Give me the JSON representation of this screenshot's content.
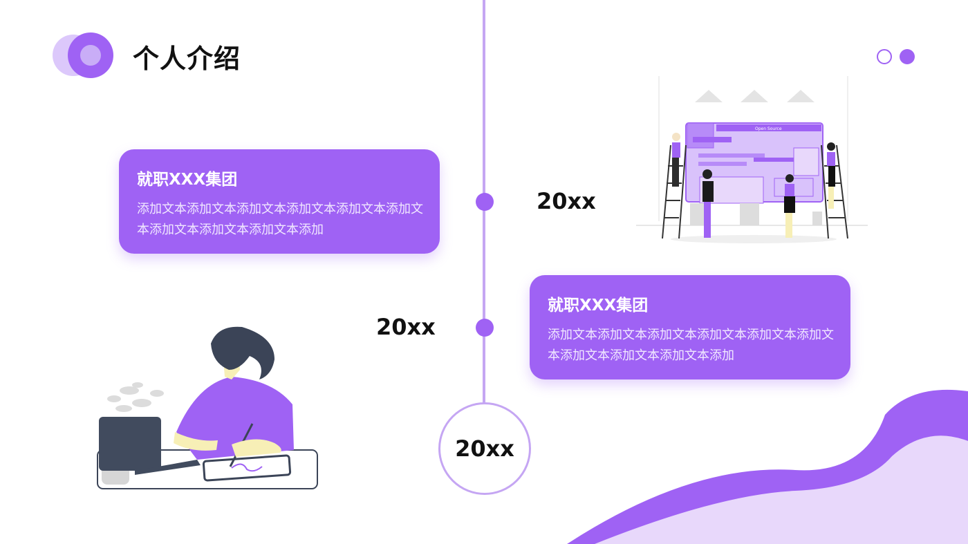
{
  "header": {
    "title": "个人介绍"
  },
  "timeline": {
    "entries": [
      {
        "year": "20xx",
        "card_title": "就职XXX集团",
        "card_text": "添加文本添加文本添加文本添加文本添加文本添加文本添加文本添加文本添加文本添加"
      },
      {
        "year": "20xx",
        "card_title": "就职XXX集团",
        "card_text": "添加文本添加文本添加文本添加文本添加文本添加文本添加文本添加文本添加文本添加"
      }
    ],
    "end_label": "20xx"
  },
  "illustrations": {
    "team": {
      "screen_label": "Open Source"
    }
  },
  "colors": {
    "accent": "#9f62f4",
    "accent_light": "#c5a6f3",
    "accent_pale": "#e8d8fb",
    "text": "#111111"
  }
}
